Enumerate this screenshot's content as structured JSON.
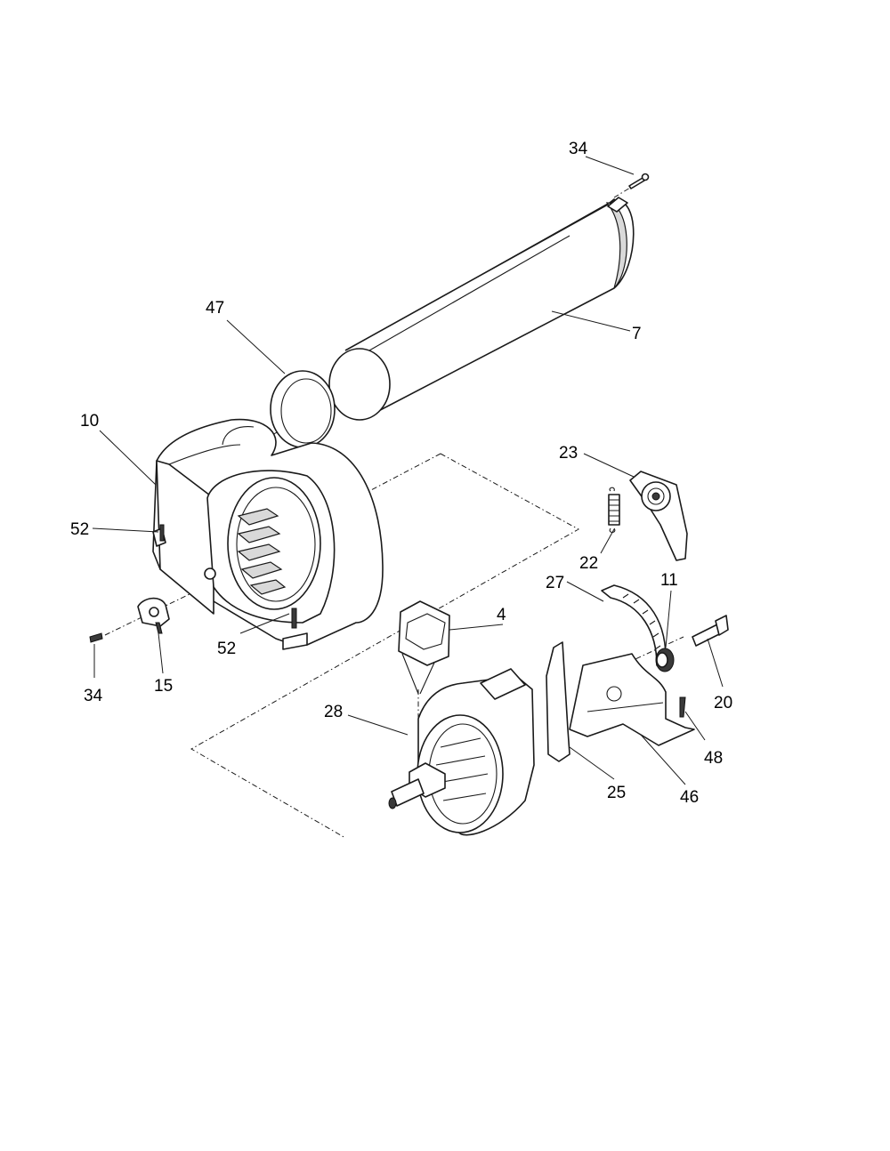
{
  "callouts": {
    "c34_top": "34",
    "c7": "7",
    "c47": "47",
    "c10": "10",
    "c23": "23",
    "c22": "22",
    "c52_left": "52",
    "c27": "27",
    "c11": "11",
    "c4": "4",
    "c52_bottom": "52",
    "c34_bottom": "34",
    "c15": "15",
    "c20": "20",
    "c28": "28",
    "c48": "48",
    "c25": "25",
    "c46": "46"
  }
}
